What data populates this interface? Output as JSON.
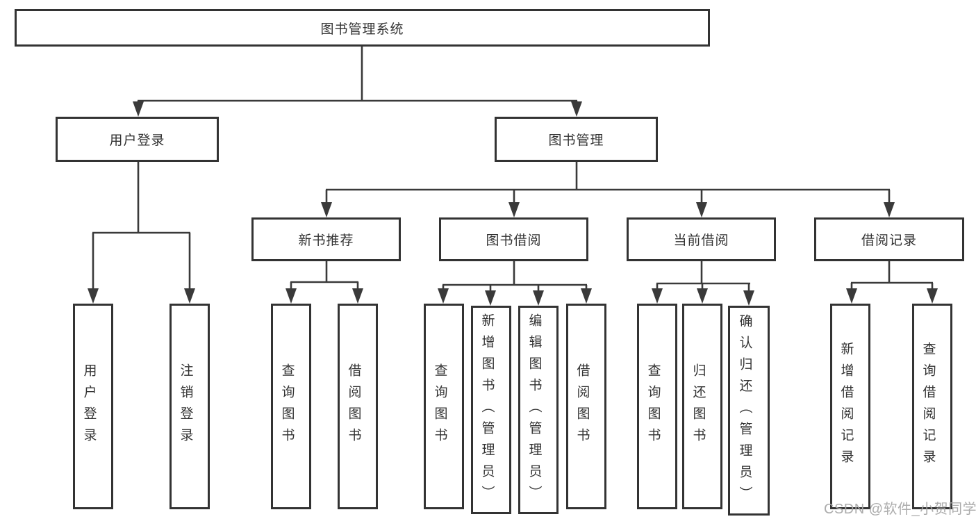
{
  "diagram": {
    "title": "图书管理系统",
    "level2": [
      {
        "label": "用户登录"
      },
      {
        "label": "图书管理"
      }
    ],
    "level3": [
      {
        "label": "新书推荐"
      },
      {
        "label": "图书借阅"
      },
      {
        "label": "当前借阅"
      },
      {
        "label": "借阅记录"
      }
    ],
    "leaves": [
      {
        "label": "用户登录"
      },
      {
        "label": "注销登录"
      },
      {
        "label": "查询图书"
      },
      {
        "label": "借阅图书"
      },
      {
        "label": "查询图书"
      },
      {
        "label": "新增图书（管理员）"
      },
      {
        "label": "编辑图书（管理员）"
      },
      {
        "label": "借阅图书"
      },
      {
        "label": "查询图书"
      },
      {
        "label": "归还图书"
      },
      {
        "label": "确认归还（管理员）"
      },
      {
        "label": "新增借阅记录"
      },
      {
        "label": "查询借阅记录"
      }
    ],
    "watermark": "CSDN @软件_小贺同学",
    "colors": {
      "line": "#3a3a3a",
      "border": "#333333",
      "text": "#333333",
      "watermark_text": "#a8a8a8",
      "background": "#ffffff"
    }
  }
}
